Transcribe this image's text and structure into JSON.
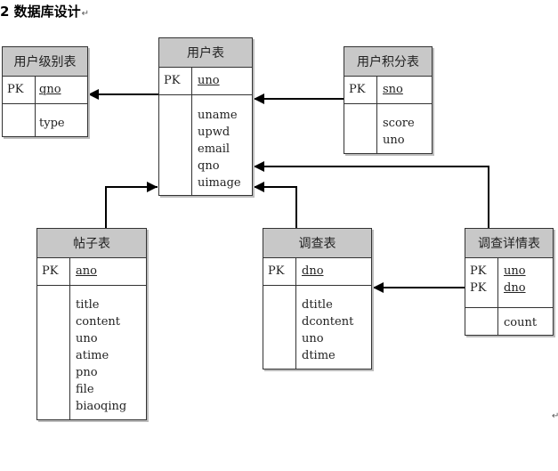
{
  "heading": {
    "text": "2 数据库设计",
    "mark": "↵"
  },
  "tail_mark": "↵",
  "tables": {
    "user": {
      "title": "用户表",
      "pk_label": "PK",
      "keys": [
        "uno"
      ],
      "fields": [
        "uname",
        "upwd",
        "email",
        "qno",
        "uimage"
      ]
    },
    "user_level": {
      "title": "用户级别表",
      "pk_label": "PK",
      "keys": [
        "qno"
      ],
      "fields": [
        "type"
      ]
    },
    "user_points": {
      "title": "用户积分表",
      "pk_label": "PK",
      "keys": [
        "sno"
      ],
      "fields": [
        "score",
        "uno"
      ]
    },
    "post": {
      "title": "帖子表",
      "pk_label": "PK",
      "keys": [
        "ano"
      ],
      "fields": [
        "title",
        "content",
        "uno",
        "atime",
        "pno",
        "file",
        "biaoqing"
      ]
    },
    "survey": {
      "title": "调查表",
      "pk_label": "PK",
      "keys": [
        "dno"
      ],
      "fields": [
        "dtitle",
        "dcontent",
        "uno",
        "dtime"
      ]
    },
    "survey_detail": {
      "title": "调查详情表",
      "pk_label": "PK",
      "keys": [
        "uno",
        "dno"
      ],
      "fields": [
        "count"
      ]
    }
  }
}
